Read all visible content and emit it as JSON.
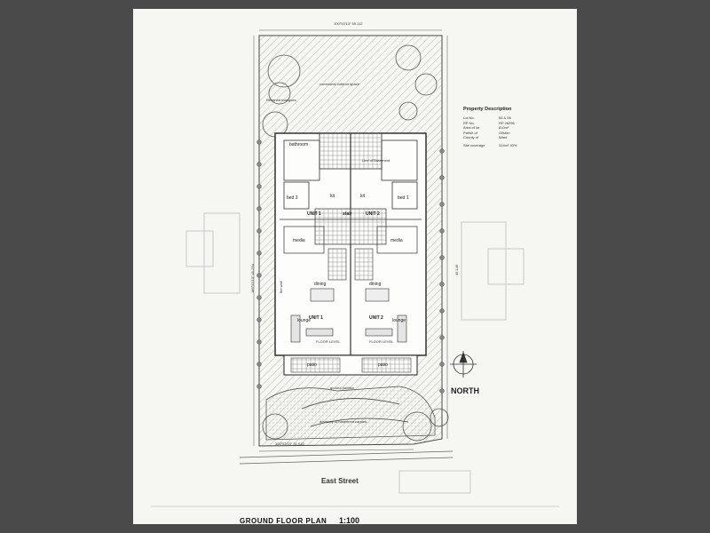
{
  "drawing": {
    "title": "GROUND FLOOR PLAN",
    "scale": "1:100",
    "street": "East Street",
    "north": "NORTH"
  },
  "property": {
    "heading": "Property Description",
    "rows": [
      {
        "key": "Lot No.",
        "value": "55 & 56"
      },
      {
        "key": "RP No.",
        "value": "RP 26296"
      },
      {
        "key": "Area of lot",
        "value": "810m²"
      },
      {
        "key": "Parish of",
        "value": "Gilston"
      },
      {
        "key": "County of",
        "value": "Ward"
      },
      {
        "key": "Site coverage",
        "value": "324m² 40%"
      }
    ]
  },
  "boundary": {
    "top_bearing": "100°53'10\"",
    "top_length": "55.112",
    "left_bearing": "189°53'10\"",
    "left_length": "45.234",
    "right_length": "45.149",
    "bottom_bearing": "100°53'10\"",
    "bottom_length": "31.010"
  },
  "rooms": {
    "unit1": "UNIT 1",
    "unit2": "UNIT 2",
    "stair": "stair",
    "media1": "media",
    "media2": "media",
    "dining1": "dining",
    "dining2": "dining",
    "lounge1": "lounge",
    "lounge2": "lounge",
    "bed1": "bed 1",
    "bed3": "bed 3",
    "patio1": "patio",
    "patio2": "patio",
    "kit1": "kit",
    "kit2": "kit",
    "bath": "bathroom",
    "floor_level_1": "FLOOR LEVEL",
    "floor_level_2": "FLOOR LEVEL",
    "line_basement": "Line of Basement",
    "driveway": "driveway to basement carpark",
    "communal": "communal outdoor space",
    "retained": "Retained mangoes",
    "ground_pavilion": "ground pavilion",
    "fire_wall": "fire wall"
  }
}
